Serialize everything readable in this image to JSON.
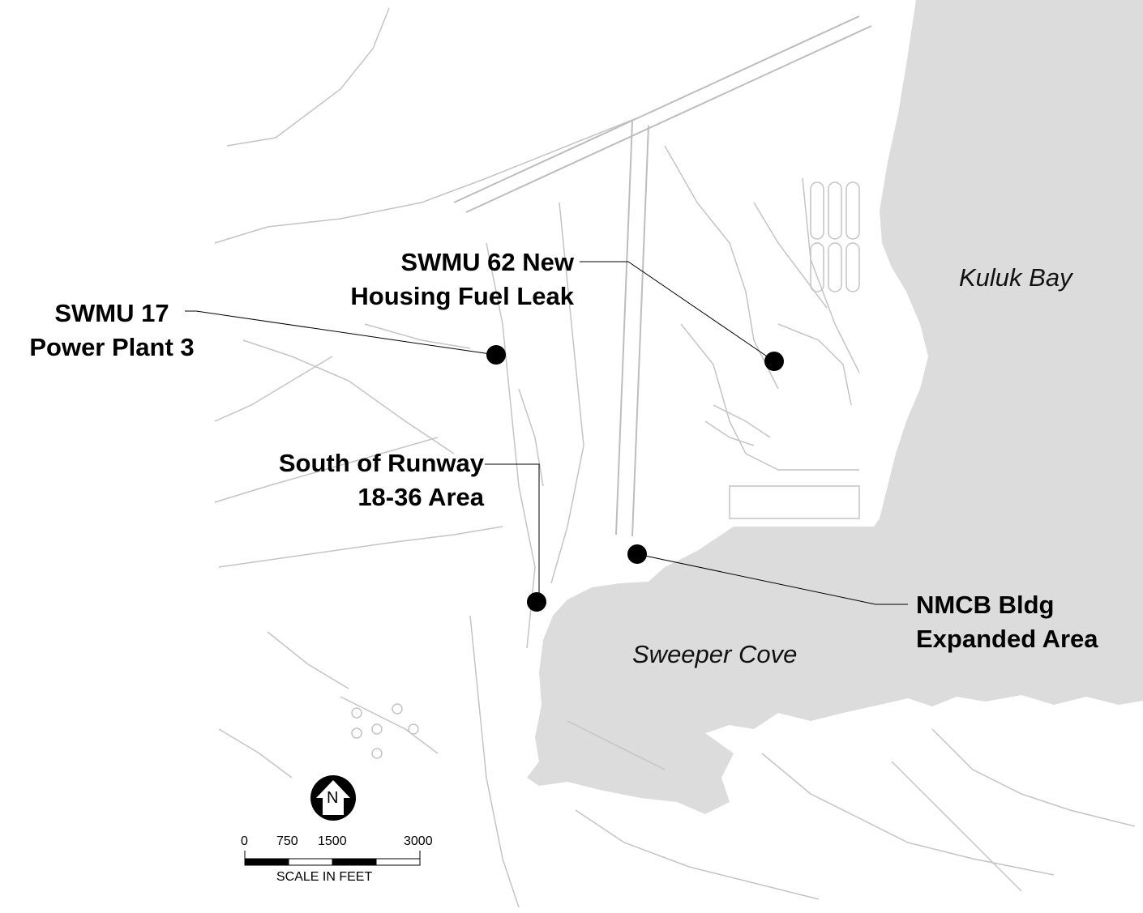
{
  "water_bodies": {
    "kuluk_bay": "Kuluk Bay",
    "sweeper_cove": "Sweeper Cove"
  },
  "sites": {
    "swmu17": {
      "line1": "SWMU 17",
      "line2": "Power Plant 3"
    },
    "swmu62": {
      "line1": "SWMU 62 New",
      "line2": "Housing Fuel Leak"
    },
    "south_runway": {
      "line1": "South of Runway",
      "line2": "18-36 Area"
    },
    "nmcb": {
      "line1": "NMCB Bldg",
      "line2": "Expanded Area"
    }
  },
  "north_arrow": {
    "letter": "N"
  },
  "scale_bar": {
    "ticks": [
      "0",
      "750",
      "1500",
      "3000"
    ],
    "caption": "SCALE IN FEET"
  },
  "colors": {
    "water": "#dcdcdc",
    "roads": "#bdbdbd",
    "marker": "#000000"
  }
}
